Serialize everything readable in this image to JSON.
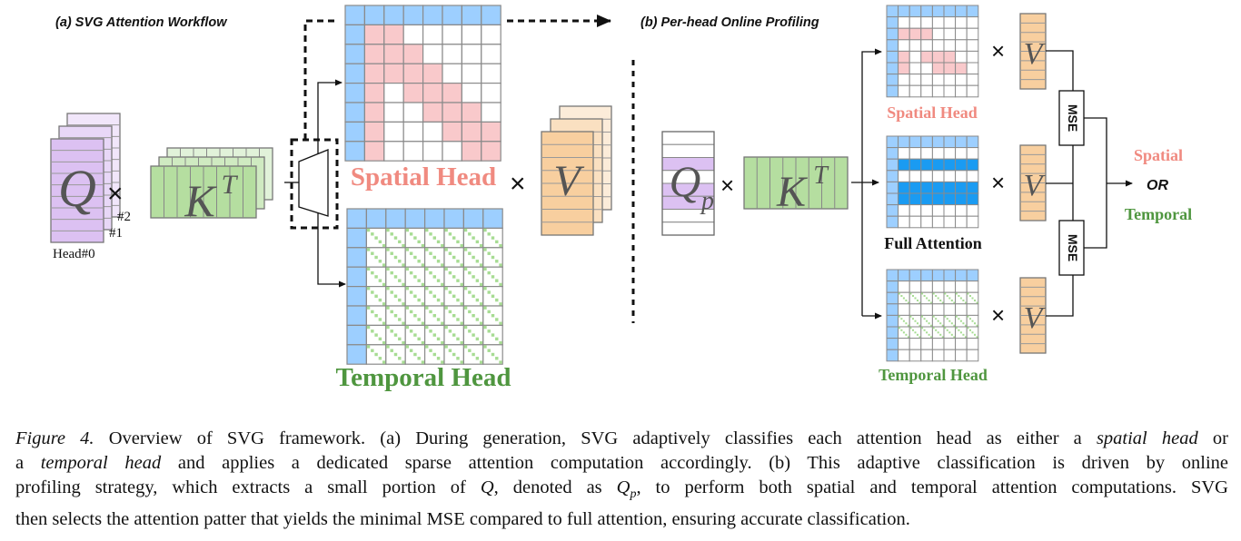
{
  "panel_a": {
    "title": "(a) SVG Attention Workflow",
    "q_label": "Q",
    "k_label": "K",
    "k_sup": "T",
    "v_label": "V",
    "times": "×",
    "head_labels": [
      "Head#0",
      "#1",
      "#2"
    ],
    "spatial_head_label": "Spatial Head",
    "temporal_head_label": "Temporal Head",
    "spatial_mask": [
      [
        1,
        1,
        0,
        0,
        0,
        0,
        0
      ],
      [
        1,
        1,
        1,
        0,
        0,
        0,
        0
      ],
      [
        1,
        1,
        1,
        1,
        0,
        0,
        0
      ],
      [
        1,
        0,
        1,
        1,
        1,
        0,
        0
      ],
      [
        1,
        0,
        0,
        1,
        1,
        1,
        0
      ],
      [
        1,
        0,
        0,
        0,
        1,
        1,
        1
      ],
      [
        1,
        0,
        0,
        0,
        0,
        1,
        1
      ]
    ],
    "grid_size": 8
  },
  "panel_b": {
    "title": "(b) Per-head Online Profiling",
    "qp_label": "Q",
    "qp_sub": "p",
    "k_label": "K",
    "k_sup": "T",
    "v_label": "V",
    "times": "×",
    "sampled_rows": [
      2,
      4,
      5
    ],
    "spatial_head_label": "Spatial Head",
    "full_attention_label": "Full Attention",
    "temporal_head_label": "Temporal Head",
    "mse_label": "MSE",
    "result_spatial": "Spatial",
    "result_or": "OR",
    "result_temporal": "Temporal"
  },
  "colors": {
    "q_purple": "#dcc1f2",
    "k_green": "#b5dea0",
    "v_orange": "#f8cf9f",
    "header_blue": "#9dcfff",
    "spatial_pink": "#f9c9cb",
    "full_blue": "#1a9bf2",
    "temporal_green": "#a7dc93",
    "spatial_text": "#f08a80",
    "temporal_text": "#4f963f"
  },
  "caption": {
    "lines": [
      [
        {
          "t": "Figure 4.",
          "i": true
        },
        {
          "t": " Overview of SVG framework. (a) During generation, SVG adaptively classifies each attention head as either a "
        },
        {
          "t": "spatial head",
          "i": true
        },
        {
          "t": " or"
        }
      ],
      [
        {
          "t": "a "
        },
        {
          "t": "temporal head",
          "i": true
        },
        {
          "t": " and applies a dedicated sparse attention computation accordingly. (b) This adaptive classification is driven by online"
        }
      ],
      [
        {
          "t": "profiling strategy, which extracts a small portion of "
        },
        {
          "t": "Q",
          "i": true
        },
        {
          "t": ", denoted as "
        },
        {
          "t": "Q",
          "i": true
        },
        {
          "t": "p",
          "i": true,
          "sub": true
        },
        {
          "t": ", to perform both spatial and temporal attention computations. SVG"
        }
      ],
      [
        {
          "t": "then selects the attention patter that yields the minimal MSE compared to full attention, ensuring accurate classification."
        }
      ]
    ]
  }
}
